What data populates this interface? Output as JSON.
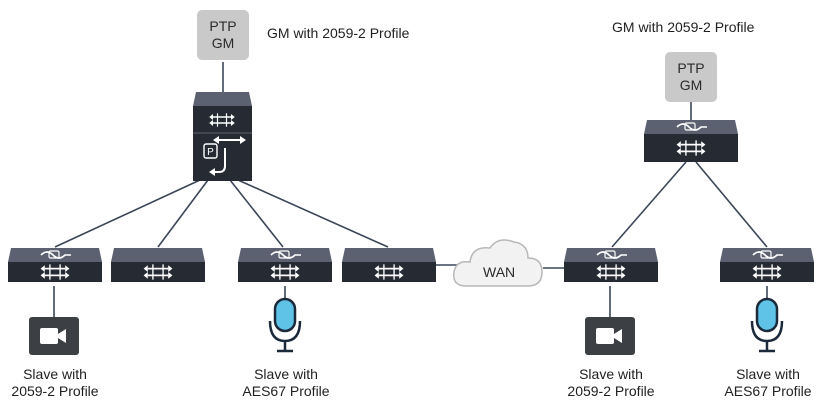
{
  "left_section": {
    "gm_box": {
      "line1": "PTP",
      "line2": "GM"
    },
    "gm_caption": "GM with 2059-2 Profile"
  },
  "right_section": {
    "gm_box": {
      "line1": "PTP",
      "line2": "GM"
    },
    "gm_caption": "GM with 2059-2 Profile"
  },
  "cloud_label": "WAN",
  "slaves": [
    {
      "line1": "Slave with",
      "line2": "2059-2 Profile"
    },
    {
      "line1": "Slave with",
      "line2": "AES67 Profile"
    },
    {
      "line1": "Slave with",
      "line2": "2059-2 Profile"
    },
    {
      "line1": "Slave with",
      "line2": "AES67 Profile"
    }
  ],
  "colors": {
    "device_body": "#252a33",
    "device_top": "#5b6170",
    "gm_box": "#c9c9c9",
    "link": "#3a4658",
    "mic_blue": "#5fc3e8",
    "cloud": "#f2f2f2"
  }
}
